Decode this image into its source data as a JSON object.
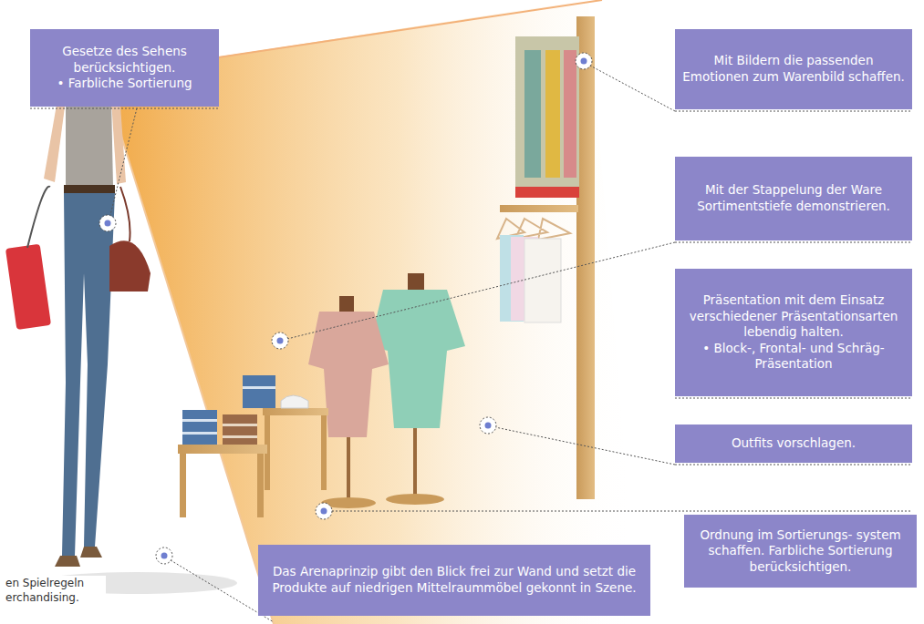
{
  "diagram": {
    "caption": "en Spielregeln erchandising.",
    "nodes": [
      {
        "text": [
          "Gesetze des Sehens berücksichtigen.",
          "• Farbliche Sortierung"
        ]
      },
      {
        "text": [
          "Mit Bildern die passenden Emotionen zum Warenbild schaffen."
        ]
      },
      {
        "text": [
          "Mit der Stappelung der Ware Sortimentstiefe demonstrieren."
        ]
      },
      {
        "text": [
          "Präsentation mit dem Einsatz verschiedener Präsentationsarten lebendig halten.",
          "• Block-, Frontal- und Schräg-Präsentation"
        ]
      },
      {
        "text": [
          "Outfits vorschlagen."
        ]
      },
      {
        "text": [
          "Ordnung im Sortierungs- system schaffen. Farbliche Sortierung berücksichtigen."
        ]
      },
      {
        "text": [
          "Das Arenaprinzip gibt den Blick frei zur Wand und setzt die Produkte auf niedrigen Mittelraummöbel gekonnt in Szene."
        ]
      }
    ]
  }
}
